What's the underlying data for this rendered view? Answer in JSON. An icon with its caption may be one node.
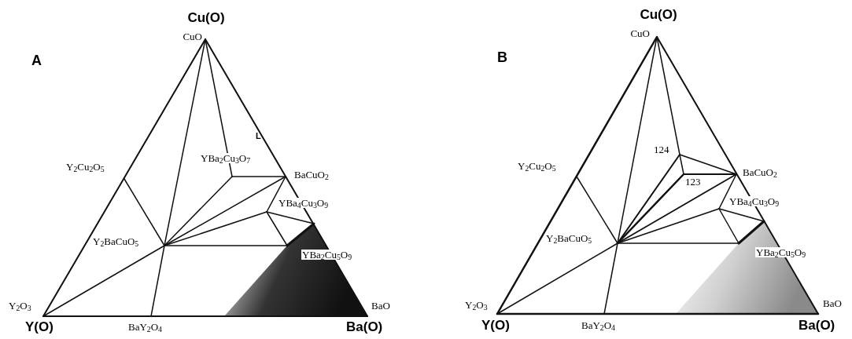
{
  "diagram": {
    "labels": [
      "Cu(O)",
      "A",
      "CuO",
      "L",
      "Y$_{2}$Cu$_{2}$O$_{5}$",
      "YBa$_{2}$Cu$_{3}$O$_{7}$",
      "BaCuO$_{2}$",
      "YBa$_{4}$Cu$_{3}$O$_{9}$",
      "Y$_{2}$BaCuO$_{5}$",
      "YBa$_{2}$Cu$_{5}$O$_{9}$",
      "Y$_{2}$O$_{3}$",
      "BaO",
      "Y(O)",
      "BaY$_{2}$O$_{4}$",
      "Ba(O)",
      "Cu(O)",
      "B",
      "CuO",
      "124",
      "Y$_{2}$Cu$_{2}$O$_{5}$",
      "BaCuO$_{2}$",
      "123",
      "YBa$_{4}$Cu$_{3}$O$_{9}$",
      "Y$_{2}$BaCuO$_{5}$",
      "YBa$_{2}$Cu$_{5}$O$_{9}$",
      "Y$_{2}$O$_{3}$",
      "BaO",
      "Y(O)",
      "BaY$_{2}$O$_{4}$",
      "Ba(O)"
    ]
  }
}
